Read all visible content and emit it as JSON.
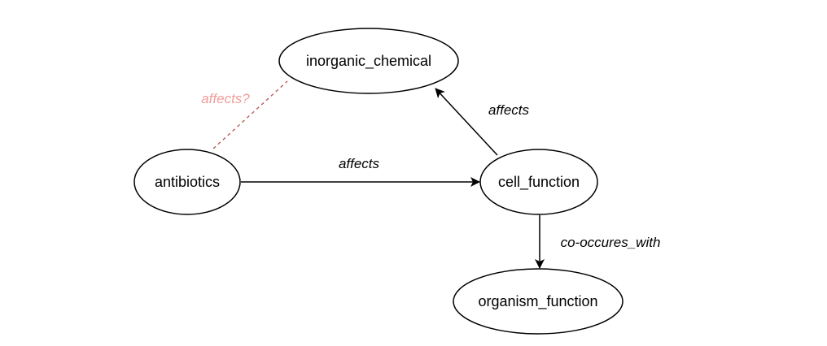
{
  "diagram": {
    "type": "concept-graph",
    "colors": {
      "node_stroke": "#000000",
      "edge": "#000000",
      "uncertain_edge": "#b85450",
      "uncertain_label": "#f19c99"
    },
    "nodes": [
      {
        "id": "inorganic_chemical",
        "label": "inorganic_chemical"
      },
      {
        "id": "antibiotics",
        "label": "antibiotics"
      },
      {
        "id": "cell_function",
        "label": "cell_function"
      },
      {
        "id": "organism_function",
        "label": "organism_function"
      }
    ],
    "edges": [
      {
        "from": "antibiotics",
        "to": "inorganic_chemical",
        "label": "affects?",
        "style": "dashed",
        "directed": false
      },
      {
        "from": "antibiotics",
        "to": "cell_function",
        "label": "affects",
        "style": "solid",
        "directed": true
      },
      {
        "from": "cell_function",
        "to": "inorganic_chemical",
        "label": "affects",
        "style": "solid",
        "directed": true
      },
      {
        "from": "cell_function",
        "to": "organism_function",
        "label": "co-occures_with",
        "style": "solid",
        "directed": true
      }
    ]
  }
}
